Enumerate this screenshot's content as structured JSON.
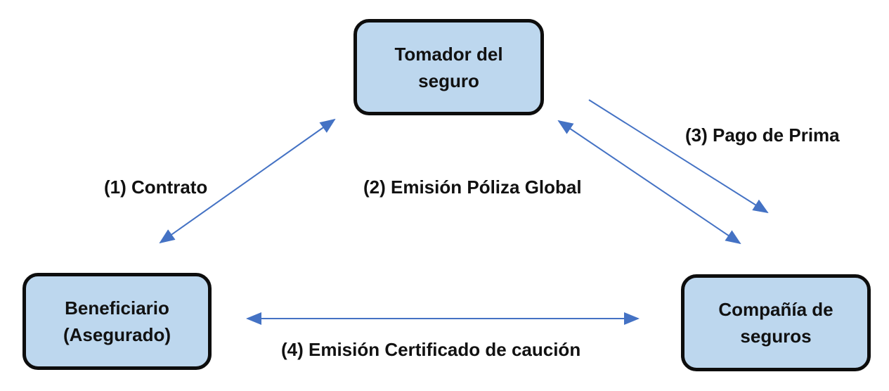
{
  "nodes": {
    "tomador": "Tomador del\nseguro",
    "beneficiario": "Beneficiario\n(Asegurado)",
    "compania": "Compañía de\nseguros"
  },
  "edges": {
    "contrato": "(1) Contrato",
    "emision_poliza": "(2) Emisión Póliza Global",
    "pago_prima": "(3) Pago de Prima",
    "certificado": "(4) Emisión Certificado de caución"
  },
  "colors": {
    "box_fill": "#BDD7EE",
    "arrow": "#4472C4",
    "border": "#0d0d0d"
  }
}
